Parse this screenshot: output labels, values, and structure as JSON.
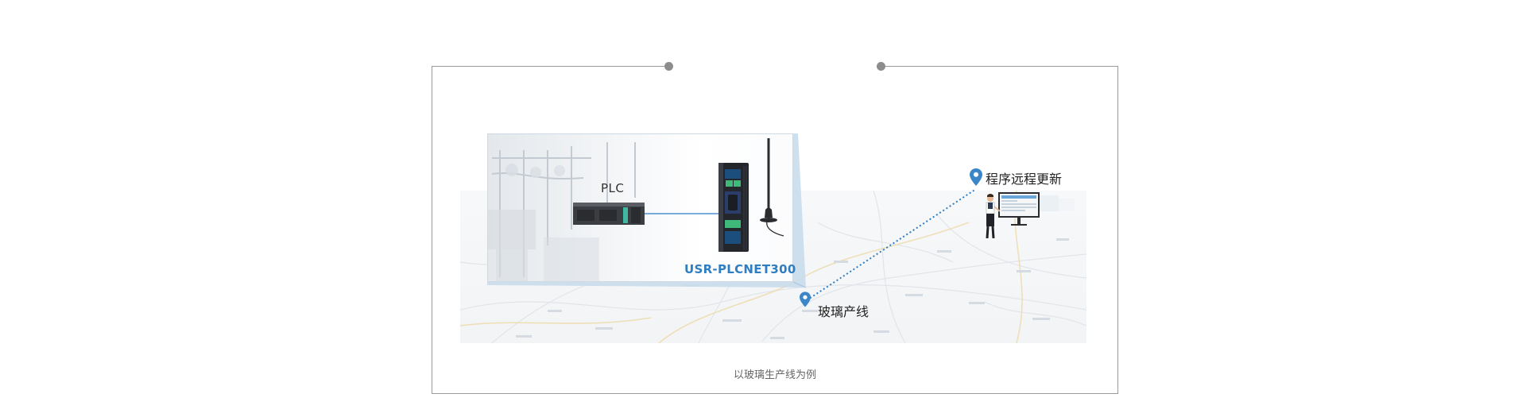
{
  "diagram": {
    "plc_label": "PLC",
    "device_label": "USR-PLCNET300",
    "location_remote": "程序远程更新",
    "location_glass": "玻璃产线",
    "caption": "以玻璃生产线为例"
  },
  "colors": {
    "accent_blue": "#2f7ec2",
    "pin_blue": "#3b86c8",
    "frame_gray": "#9a9a9a",
    "text_dark": "#222222"
  },
  "icons": {
    "remote_pin": "location-pin-icon",
    "glass_pin": "location-pin-icon",
    "operator": "operator-at-workstation-icon"
  }
}
